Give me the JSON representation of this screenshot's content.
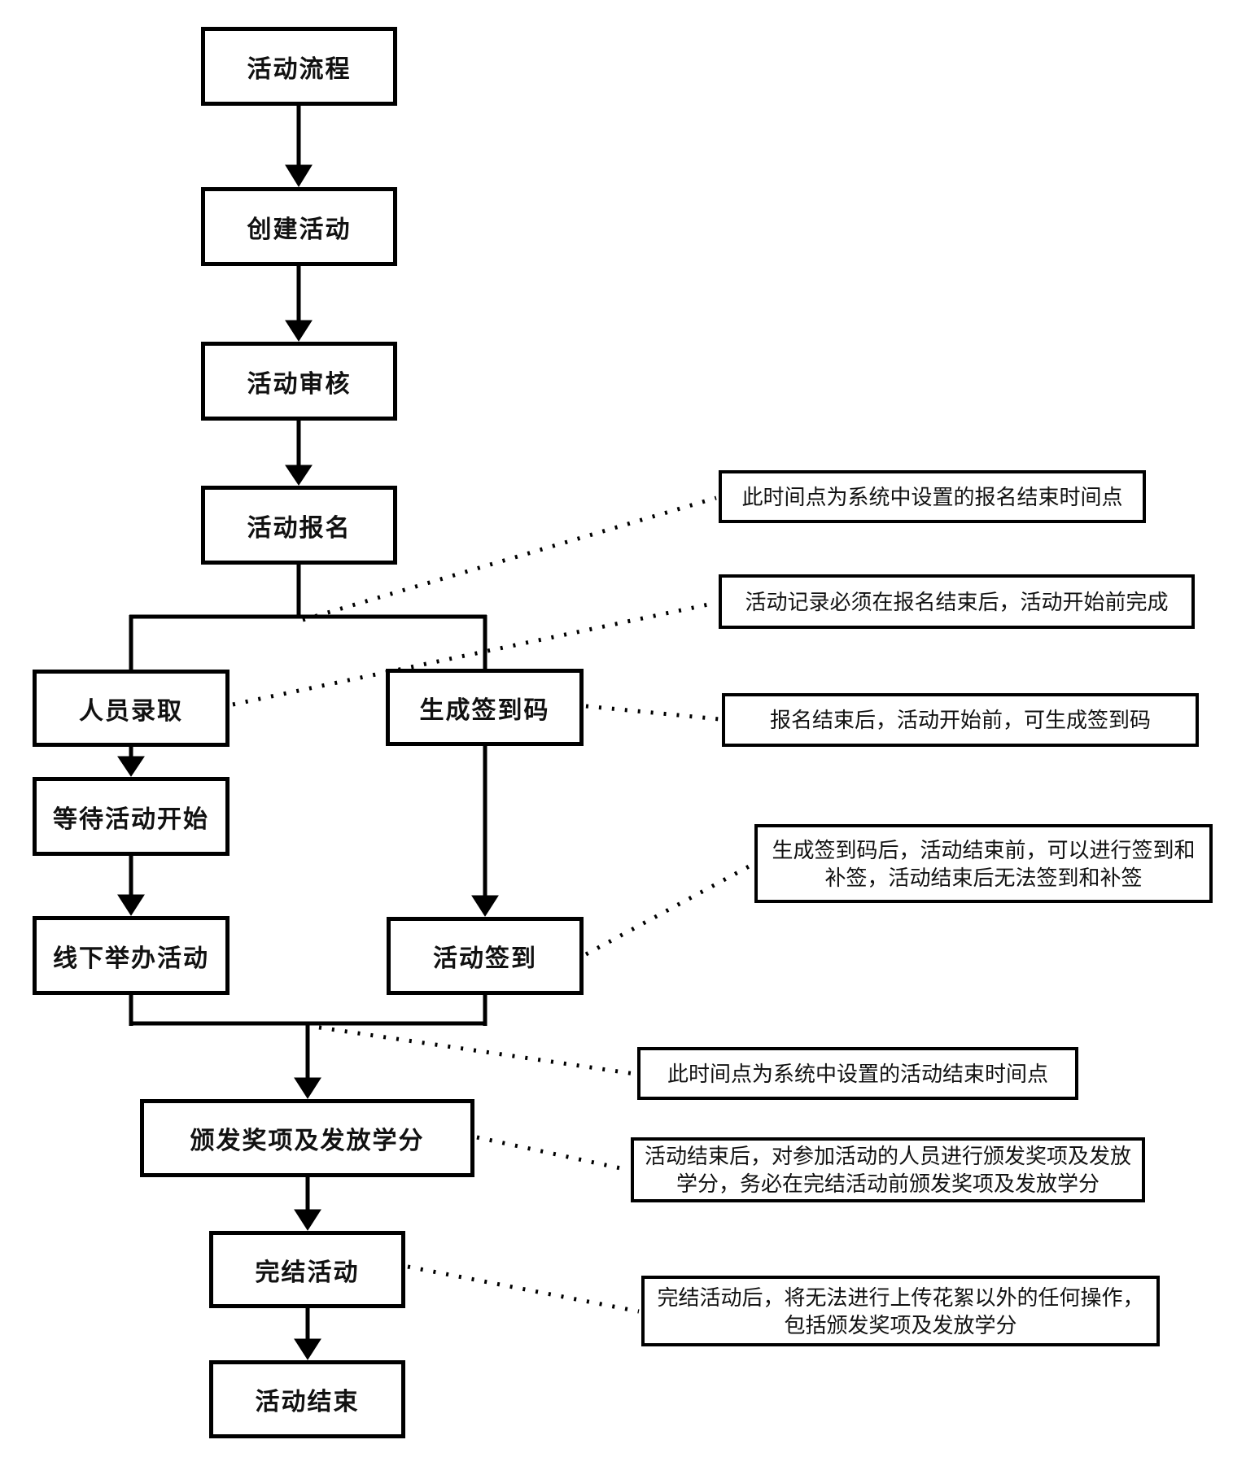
{
  "diagram": {
    "background": "#ffffff",
    "line_color": "#000000",
    "box_fill": "#ffffff",
    "text_color": "#111111",
    "nodes": {
      "start": {
        "label": "活动流程"
      },
      "create": {
        "label": "创建活动"
      },
      "review": {
        "label": "活动审核"
      },
      "signup": {
        "label": "活动报名"
      },
      "admission": {
        "label": "人员录取"
      },
      "gencode": {
        "label": "生成签到码"
      },
      "wait": {
        "label": "等待活动开始"
      },
      "offline": {
        "label": "线下举办活动"
      },
      "checkin": {
        "label": "活动签到"
      },
      "award": {
        "label": "颁发奖项及发放学分"
      },
      "finish": {
        "label": "完结活动"
      },
      "end": {
        "label": "活动结束"
      }
    },
    "annotations": {
      "signup_deadline": {
        "text": "此时间点为系统中设置的报名结束时间点"
      },
      "record_window": {
        "text": "活动记录必须在报名结束后，活动开始前完成"
      },
      "gencode_window": {
        "text": "报名结束后，活动开始前，可生成签到码"
      },
      "checkin_window": {
        "text": "生成签到码后，活动结束前，可以进行签到和补签，活动结束后无法签到和补签"
      },
      "end_time": {
        "text": "此时间点为系统中设置的活动结束时间点"
      },
      "award_window": {
        "text": "活动结束后，对参加活动的人员进行颁发奖项及发放学分，务必在完结活动前颁发奖项及发放学分"
      },
      "finish_lock": {
        "text": "完结活动后，将无法进行上传花絮以外的任何操作，包括颁发奖项及发放学分"
      }
    }
  }
}
